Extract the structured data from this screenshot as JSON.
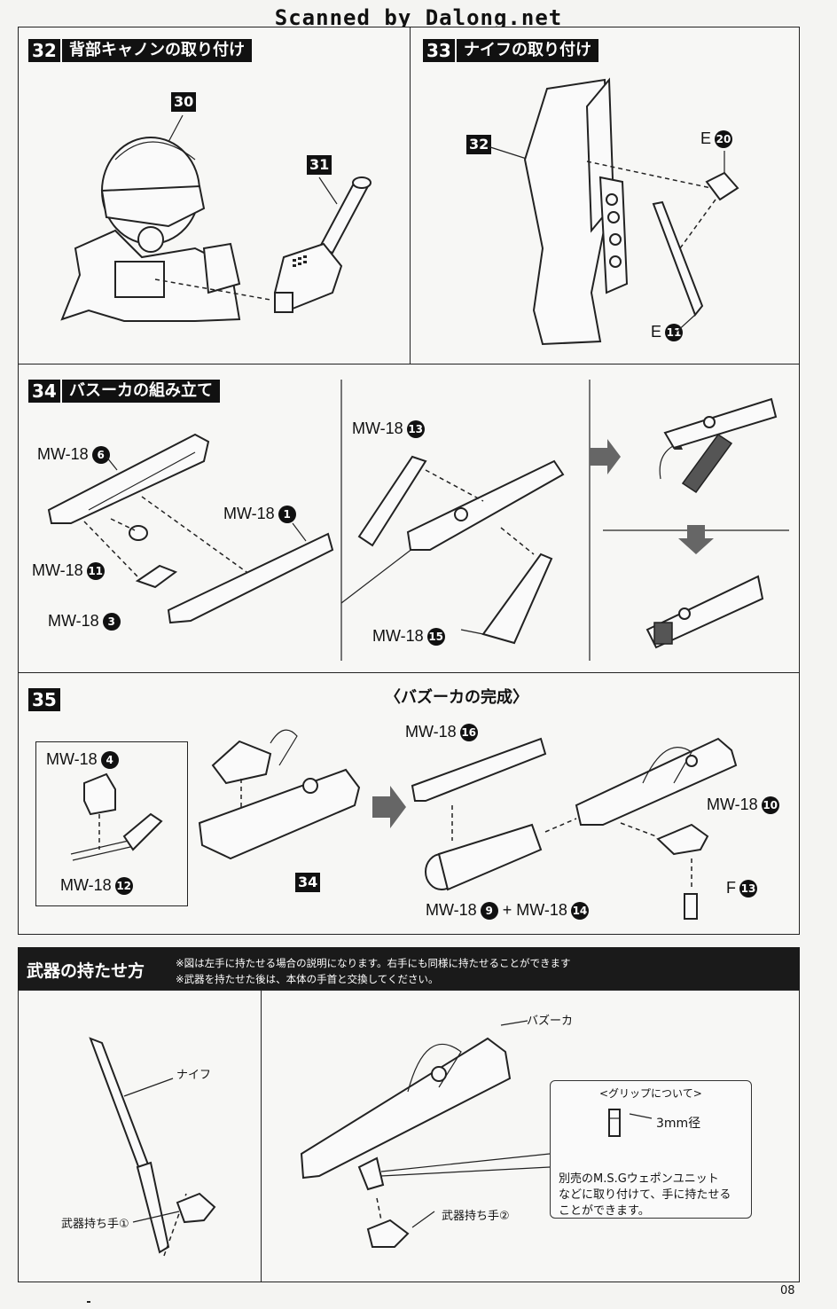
{
  "header": {
    "scanned": "Scanned by Dalong.net"
  },
  "step32": {
    "num": "32",
    "title": "背部キャノンの取り付け",
    "part_a": "30",
    "part_b": "31"
  },
  "step33": {
    "num": "33",
    "title": "ナイフの取り付け",
    "part": "32",
    "runner_top": "E",
    "num_top": "20",
    "runner_bottom": "E",
    "num_bottom": "11"
  },
  "step34": {
    "num": "34",
    "title": "バスーカの組み立て",
    "runner": "MW-18",
    "n6": "6",
    "n1": "1",
    "n11": "11",
    "n3": "3",
    "n13": "13",
    "n15": "15"
  },
  "step35": {
    "num": "35",
    "complete": "〈バズーカの完成〉",
    "runner": "MW-18",
    "part": "34",
    "n4": "4",
    "n12": "12",
    "n16": "16",
    "n10": "10",
    "n9": "9",
    "n14": "14",
    "plus": "+",
    "f_runner": "F",
    "f_num": "13"
  },
  "weapons": {
    "title": "武器の持たせ方",
    "note1": "※図は左手に持たせる場合の説明になります。右手にも同様に持たせることができます",
    "note2": "※武器を持たせた後は、本体の手首と交換してください。",
    "knife": "ナイフ",
    "hand1": "武器持ち手①",
    "bazooka": "バズーカ",
    "hand2": "武器持ち手②",
    "grip_title": "<グリップについて>",
    "grip_size": "3mm径",
    "grip_line1": "別売のM.S.Gウェポンユニット",
    "grip_line2": "などに取り付けて、手に持たせる",
    "grip_line3": "ことができます。"
  },
  "footer": {
    "page": "08"
  }
}
